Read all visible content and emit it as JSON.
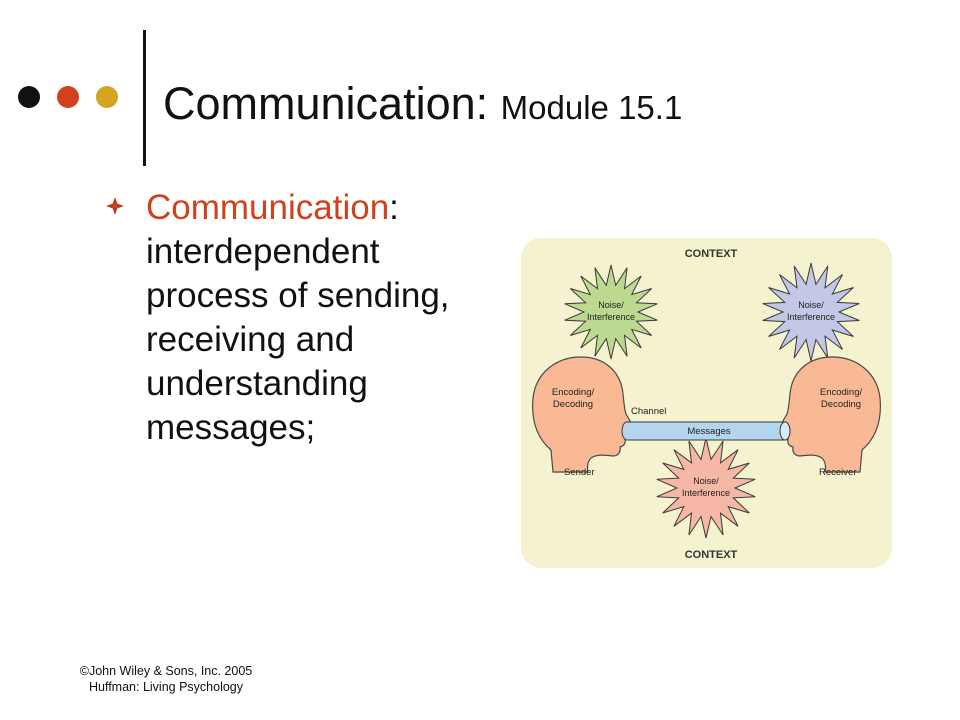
{
  "header": {
    "title": "Communication",
    "title_colon": ":",
    "module": "Module 15.1"
  },
  "decor": {
    "dot_colors": [
      "#111111",
      "#d0421b",
      "#d4a520"
    ]
  },
  "bullet": {
    "icon": "diamond-bullet-icon",
    "term": "Communication",
    "colon": ":",
    "definition": "interdependent process of sending, receiving and understanding messages;"
  },
  "figure": {
    "context_top": "CONTEXT",
    "context_bottom": "CONTEXT",
    "noise_left": [
      "Noise/",
      "Interference"
    ],
    "noise_right": [
      "Noise/",
      "Interference"
    ],
    "noise_bottom": [
      "Noise/",
      "Interference"
    ],
    "sender_process": [
      "Encoding/",
      "Decoding"
    ],
    "receiver_process": [
      "Encoding/",
      "Decoding"
    ],
    "channel": "Channel",
    "messages": "Messages",
    "sender": "Sender",
    "receiver": "Receiver"
  },
  "footer": {
    "line1": "©John Wiley & Sons, Inc. 2005",
    "line2": "Huffman: Living Psychology"
  }
}
